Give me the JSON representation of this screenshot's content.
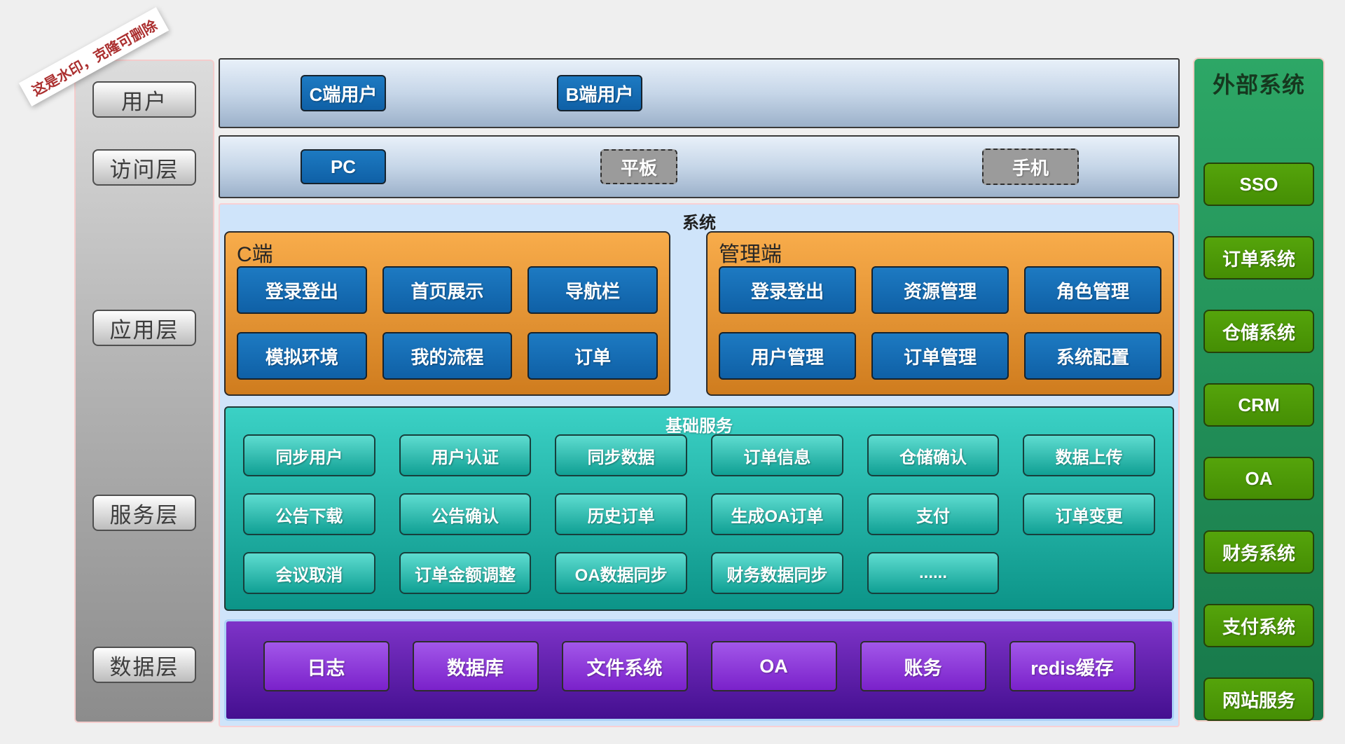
{
  "watermark": {
    "text": "这是水印，克隆可删除"
  },
  "sidebar": {
    "labels": [
      "用户",
      "访问层",
      "应用层",
      "服务层",
      "数据层"
    ]
  },
  "user_band": {
    "buttons": [
      "C端用户",
      "B端用户"
    ]
  },
  "access_band": {
    "buttons": [
      {
        "label": "PC",
        "style": "solid"
      },
      {
        "label": "平板",
        "style": "dashed"
      },
      {
        "label": "手机",
        "style": "dashed"
      }
    ]
  },
  "system": {
    "title": "系统",
    "c_side": {
      "title": "C端",
      "buttons": [
        "登录登出",
        "首页展示",
        "导航栏",
        "模拟环境",
        "我的流程",
        "订单"
      ]
    },
    "admin_side": {
      "title": "管理端",
      "buttons": [
        "登录登出",
        "资源管理",
        "角色管理",
        "用户管理",
        "订单管理",
        "系统配置"
      ]
    },
    "base_services": {
      "title": "基础服务",
      "buttons": [
        "同步用户",
        "用户认证",
        "同步数据",
        "订单信息",
        "仓储确认",
        "数据上传",
        "公告下载",
        "公告确认",
        "历史订单",
        "生成OA订单",
        "支付",
        "订单变更",
        "会议取消",
        "订单金额调整",
        "OA数据同步",
        "财务数据同步",
        "......"
      ]
    },
    "data_layer": {
      "buttons": [
        "日志",
        "数据库",
        "文件系统",
        "OA",
        "账务",
        "redis缓存"
      ]
    }
  },
  "external": {
    "title": "外部系统",
    "buttons": [
      "SSO",
      "订单系统",
      "仓储系统",
      "CRM",
      "OA",
      "财务系统",
      "支付系统",
      "网站服务"
    ]
  },
  "colors": {
    "page_bg": "#efefef",
    "band_bg_top": "#e8f0f9",
    "band_bg_bottom": "#9cb1ca",
    "node_blue": "#1268b3",
    "node_gray": "#9b9b9b",
    "system_bg": "#cfe4fa",
    "orange_top": "#f8ac4b",
    "orange_bottom": "#cf7c1e",
    "teal_top": "#3bd1c5",
    "teal_bottom": "#0c9488",
    "node_teal": "#2bbdb0",
    "purple_top": "#7e33c8",
    "purple_bottom": "#440f90",
    "node_purple": "#8f3fdd",
    "green_panel_top": "#2da766",
    "green_panel_bottom": "#17784a",
    "node_green": "#4d9a07",
    "watermark_red": "#ab2f2f"
  }
}
